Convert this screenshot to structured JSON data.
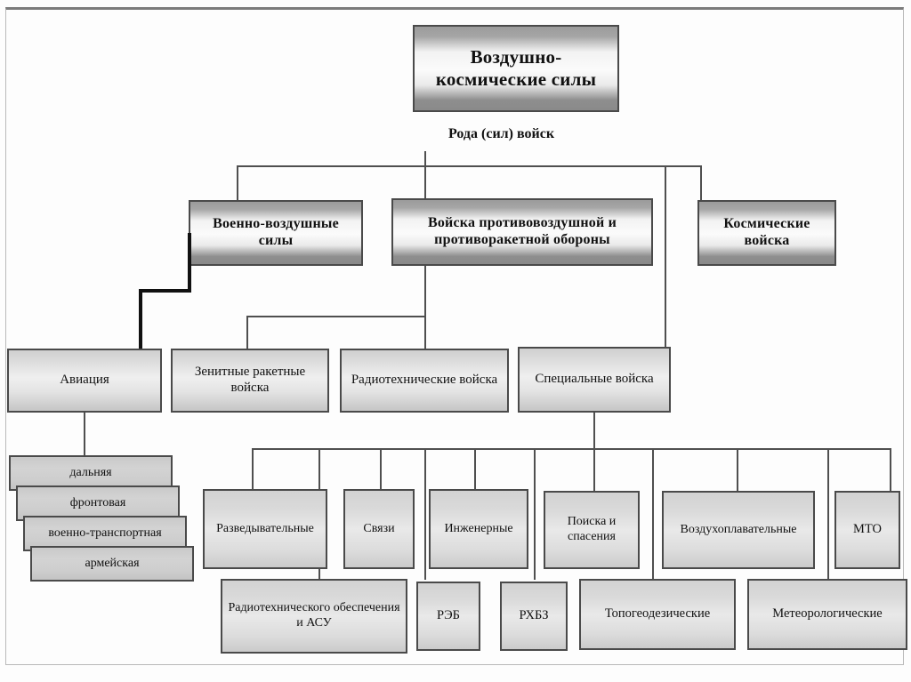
{
  "diagram": {
    "type": "org-chart",
    "title": "Воздушно-космические силы",
    "caption": "Рода (сил) войск",
    "root": {
      "label": "Воздушно-\nкосмические силы"
    },
    "tier2": [
      {
        "label": "Военно-воздушные силы"
      },
      {
        "label": "Войска противовоздушной и противоракетной обороны"
      },
      {
        "label": "Космические войска"
      }
    ],
    "tier3": [
      {
        "label": "Авиация"
      },
      {
        "label": "Зенитные ракетные войска"
      },
      {
        "label": "Радиотехнические войска"
      },
      {
        "label": "Специальные войска"
      }
    ],
    "aviation_types": [
      {
        "label": "дальняя"
      },
      {
        "label": "фронтовая"
      },
      {
        "label": "военно-транспортная"
      },
      {
        "label": "армейская"
      }
    ],
    "special_troops_row1": [
      {
        "label": "Разведывательные"
      },
      {
        "label": "Связи"
      },
      {
        "label": "Инженерные"
      },
      {
        "label": "Поиска и спасения"
      },
      {
        "label": "Воздухоплавательные"
      },
      {
        "label": "МТО"
      }
    ],
    "special_troops_row2": [
      {
        "label": "Радиотехнического обеспечения и АСУ"
      },
      {
        "label": "РЭБ"
      },
      {
        "label": "РХБЗ"
      },
      {
        "label": "Топогеодезические"
      },
      {
        "label": "Метеорологические"
      }
    ],
    "colors": {
      "box_border": "#4a4a4a",
      "connector": "#4f4f4f",
      "connector_thick": "#111111",
      "text": "#111111",
      "background": "#fdfdfd"
    }
  }
}
